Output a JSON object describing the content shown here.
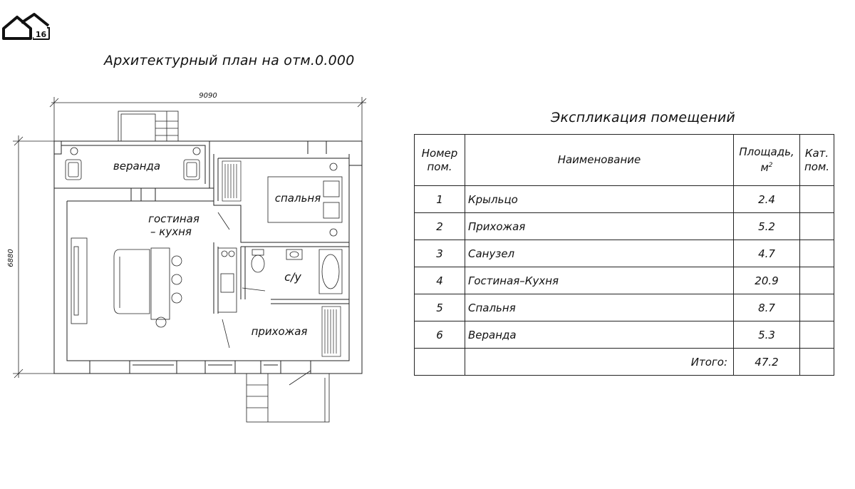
{
  "logo": {
    "number": "16"
  },
  "plan": {
    "title": "Архитектурный план на отм.0.000",
    "dimension_width": "9090",
    "dimension_height": "6880",
    "rooms": {
      "veranda": "веранда",
      "bedroom": "спальня",
      "living_line1": "гостиная",
      "living_line2": "– кухня",
      "bathroom": "с/у",
      "hall": "прихожая"
    }
  },
  "explication": {
    "title": "Экспликация помещений",
    "headers": {
      "number_line1": "Номер",
      "number_line2": "пом.",
      "name": "Наименование",
      "area_line1": "Площадь,",
      "area_line2": "м",
      "area_sup": "2",
      "category_line1": "Кат.",
      "category_line2": "пом."
    },
    "rows": [
      {
        "number": "1",
        "name": "Крыльцо",
        "area": "2.4",
        "category": ""
      },
      {
        "number": "2",
        "name": "Прихожая",
        "area": "5.2",
        "category": ""
      },
      {
        "number": "3",
        "name": "Санузел",
        "area": "4.7",
        "category": ""
      },
      {
        "number": "4",
        "name": "Гостиная–Кухня",
        "area": "20.9",
        "category": ""
      },
      {
        "number": "5",
        "name": "Спальня",
        "area": "8.7",
        "category": ""
      },
      {
        "number": "6",
        "name": "Веранда",
        "area": "5.3",
        "category": ""
      }
    ],
    "total_label": "Итого:",
    "total_value": "47.2"
  }
}
